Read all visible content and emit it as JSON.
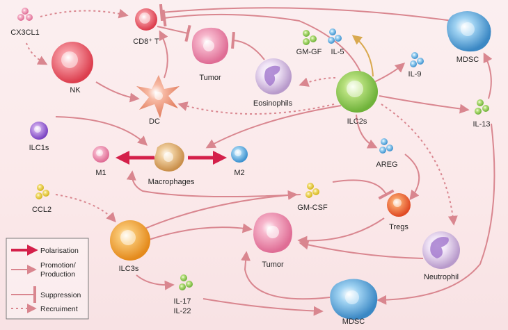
{
  "nodes": {
    "cx3cl1": "CX3CL1",
    "cd8t": "CD8⁺ T",
    "tumor_top": "Tumor",
    "gm_gf": "GM-GF",
    "il5": "IL-5",
    "mdsc_top": "MDSC",
    "nk": "NK",
    "eosinophils": "Eosinophils",
    "ilc2s": "ILC2s",
    "il9": "IL-9",
    "dc": "DC",
    "il13": "IL-13",
    "ilc1s": "ILC1s",
    "m1": "M1",
    "macrophages": "Macrophages",
    "m2": "M2",
    "areg": "AREG",
    "ccl2": "CCL2",
    "gm_csf": "GM-CSF",
    "tregs": "Tregs",
    "tumor_mid": "Tumor",
    "ilc3s": "ILC3s",
    "neutrophil": "Neutrophil",
    "il17": "IL-17",
    "il22": "IL-22",
    "mdsc_bottom": "MDSC"
  },
  "legend": {
    "polarisation": "Polarisation",
    "promotion_line1": "Promotion/",
    "promotion_line2": "Production",
    "suppression": "Suppression",
    "recruitment": "Recruiment"
  },
  "colors": {
    "arrow": "#d9868f",
    "polarisation": "#d4204a",
    "il5_arrow": "#d9a94f",
    "background": "#fbeaeb"
  }
}
